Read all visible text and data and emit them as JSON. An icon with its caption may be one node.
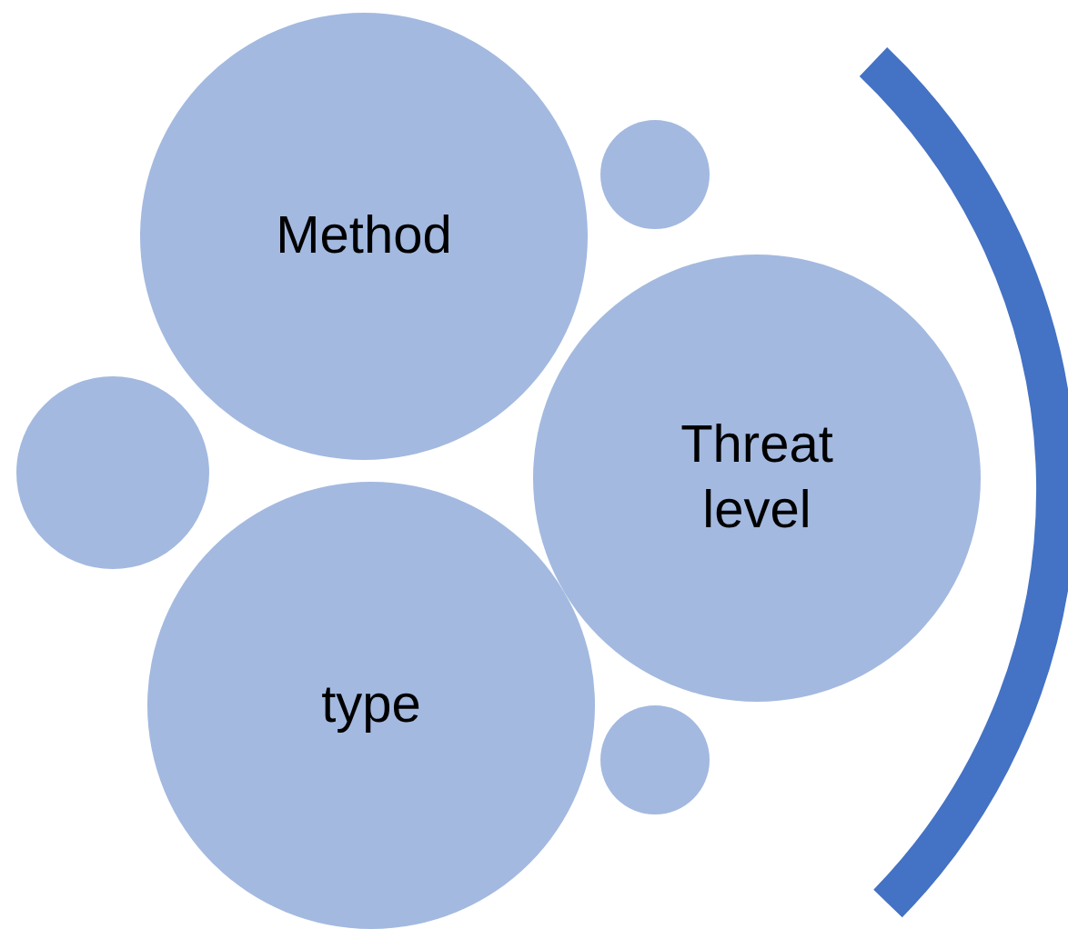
{
  "diagram": {
    "nodes": [
      {
        "text": [
          "Method"
        ]
      },
      {
        "text": [],
        "shape": "circle"
      },
      {
        "text": [],
        "shape": "circle"
      },
      {
        "text": [
          "Threat level"
        ]
      },
      {
        "text": [
          "type"
        ]
      },
      {
        "text": [],
        "shape": "circle"
      }
    ],
    "edges": []
  }
}
